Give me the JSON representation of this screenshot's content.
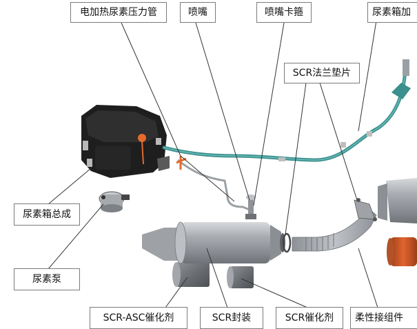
{
  "labels": {
    "pressure_pipe": "电加热尿素压力管",
    "nozzle": "喷嘴",
    "nozzle_clamp": "喷嘴卡箍",
    "tank_partial": "尿素箱加",
    "scr_gasket": "SCR法兰垫片",
    "tank_assembly": "尿素箱总成",
    "urea_pump": "尿素泵",
    "scr_asc": "SCR-ASC催化剂",
    "scr_package": "SCR封装",
    "scr_catalyst": "SCR催化剂",
    "flex_partial": "柔性接组件"
  },
  "colors": {
    "tank_body": "#1e1e1e",
    "pipe": "#3b8f8c",
    "heater": "#e46a2c",
    "metal": "#9da1a6",
    "label_border": "#7a7a7a"
  }
}
